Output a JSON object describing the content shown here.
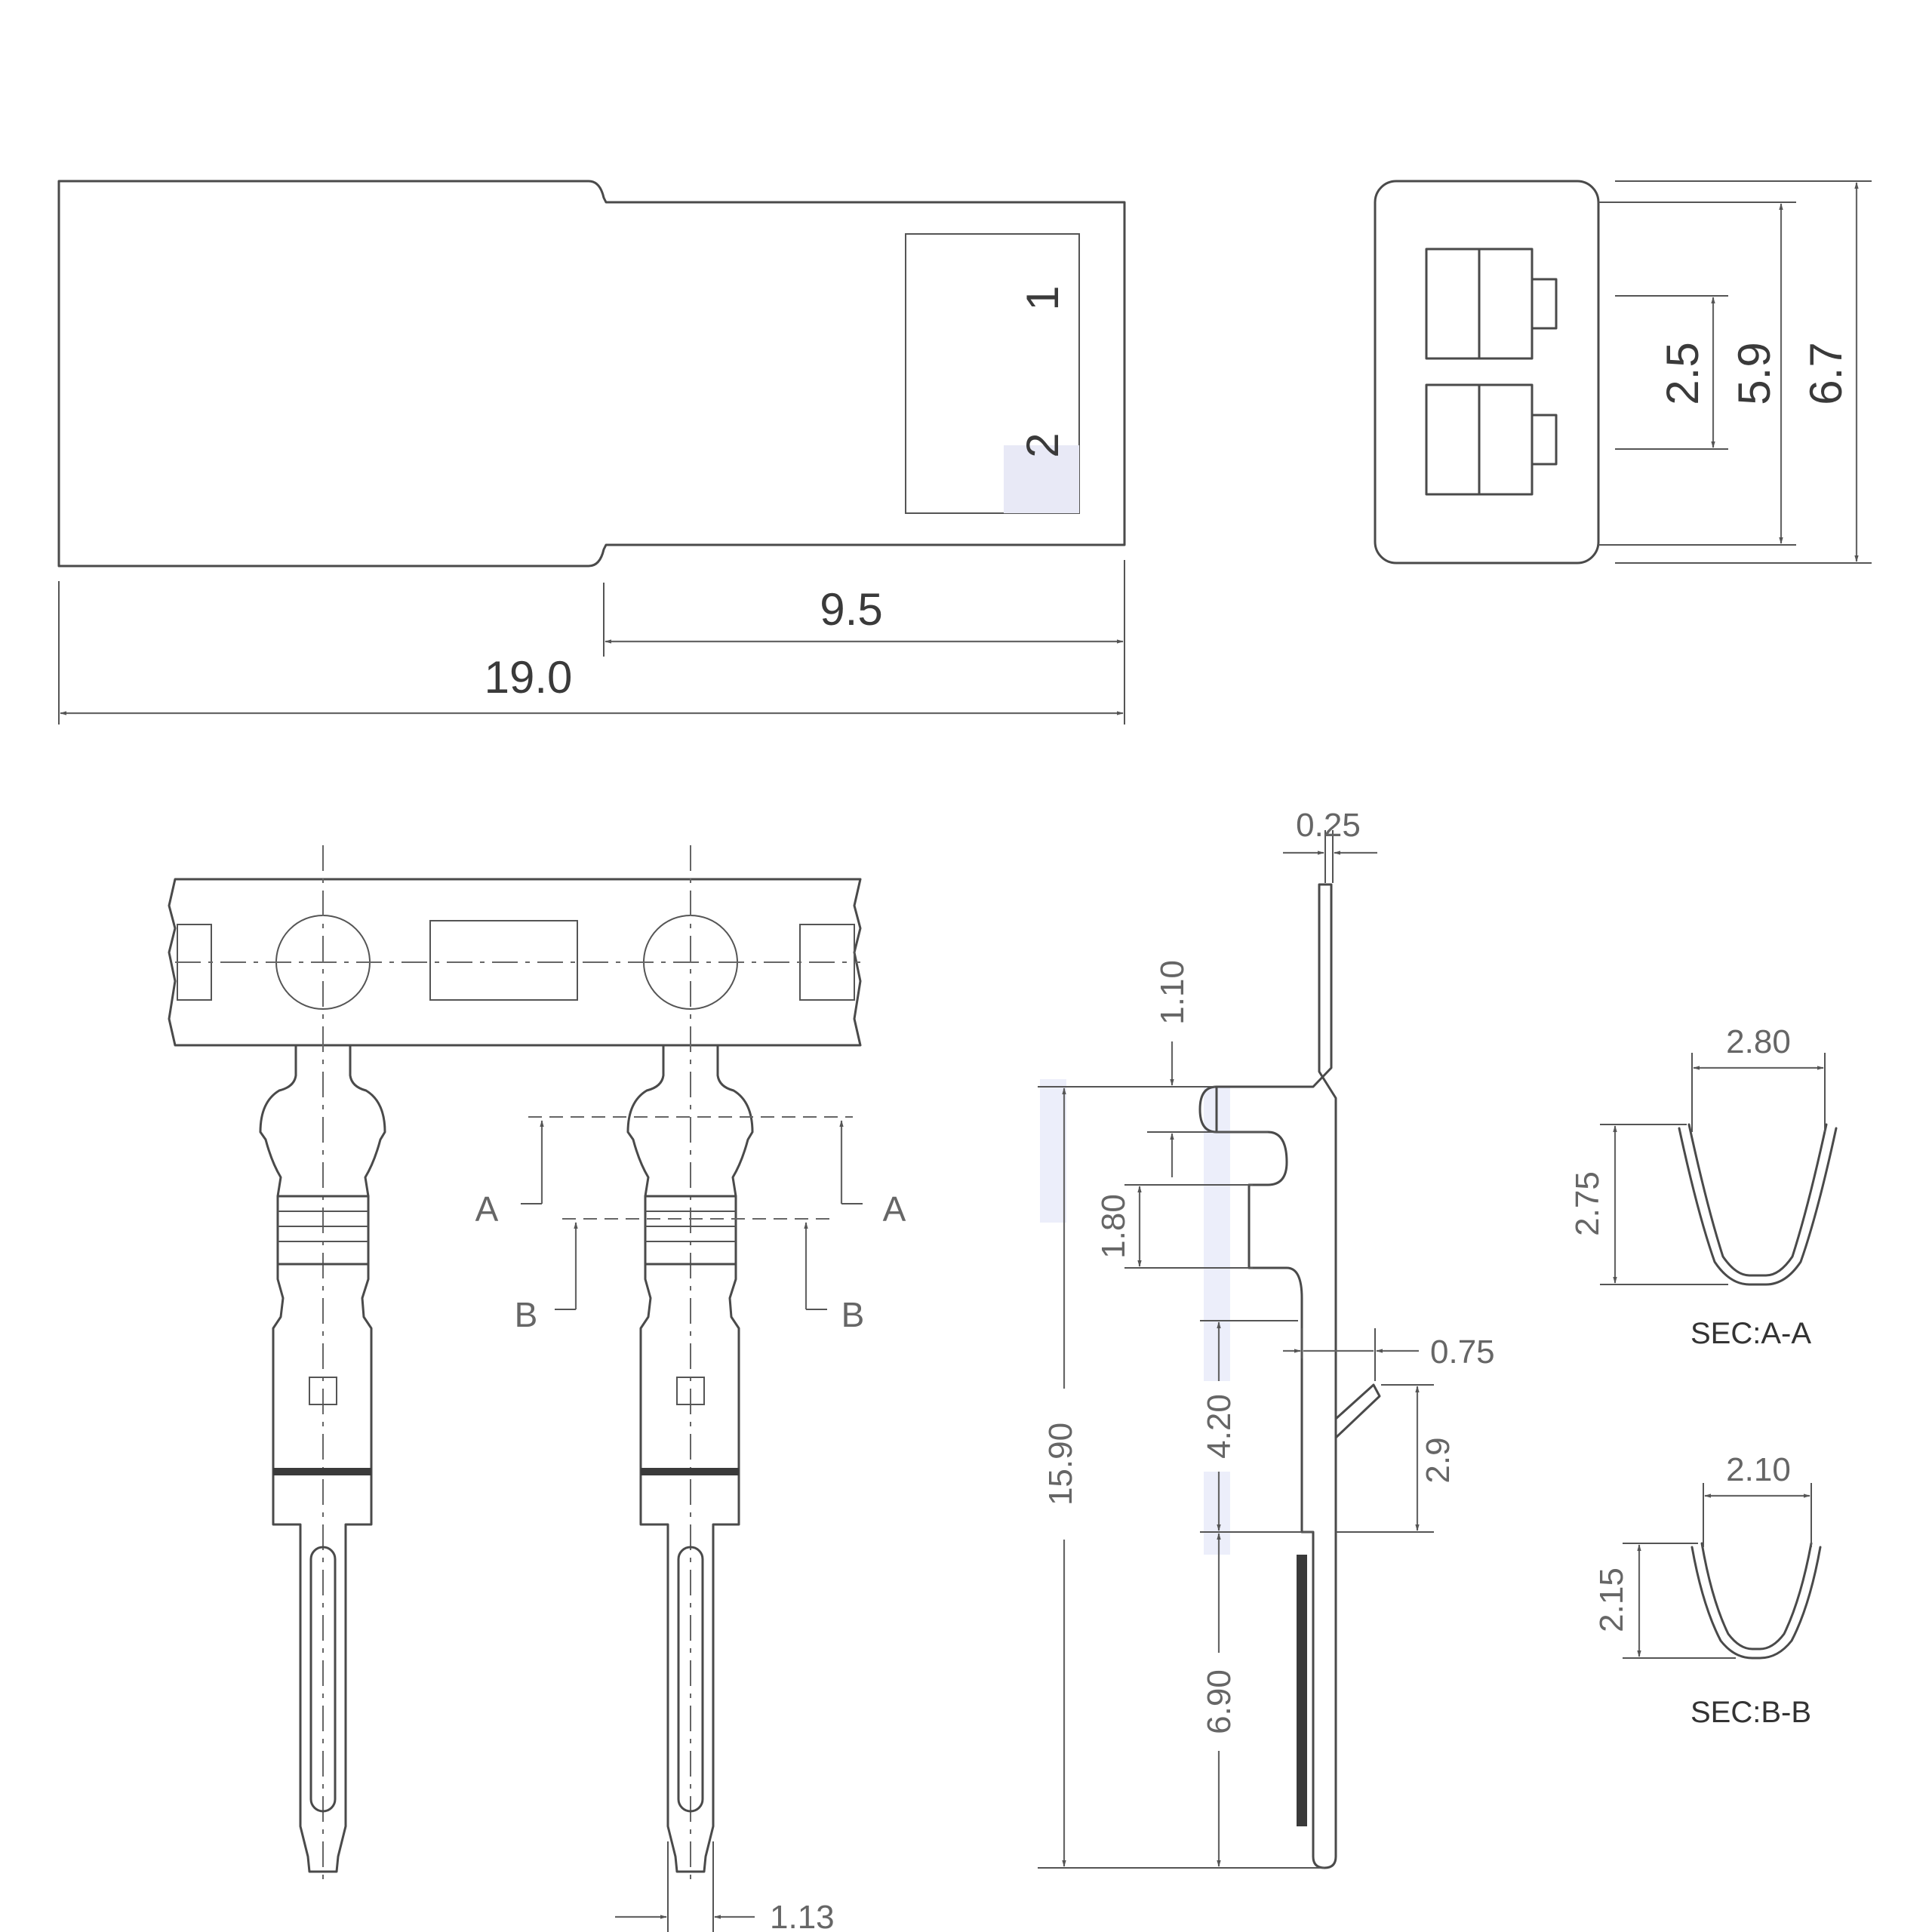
{
  "housing_top": {
    "pin_labels": [
      "1",
      "2"
    ],
    "dims": {
      "overall_length": "19.0",
      "step_length": "9.5"
    }
  },
  "housing_end": {
    "dims": {
      "pitch": "2.5",
      "inner_height": "5.9",
      "outer_height": "6.7"
    }
  },
  "terminal_front": {
    "section_marks": [
      "A",
      "A",
      "B",
      "B"
    ],
    "dims": {
      "pin_width": "1.13"
    }
  },
  "terminal_side": {
    "dims": {
      "thickness": "0.25",
      "d_1_10": "1.10",
      "d_1_80": "1.80",
      "total_length": "15.90",
      "d_4_20": "4.20",
      "d_6_90": "6.90",
      "latch_offset": "0.75",
      "latch_length": "2.9"
    }
  },
  "sections": [
    {
      "title": "SEC:A-A",
      "width": "2.80",
      "height": "2.75"
    },
    {
      "title": "SEC:B-B",
      "width": "2.10",
      "height": "2.15"
    }
  ]
}
